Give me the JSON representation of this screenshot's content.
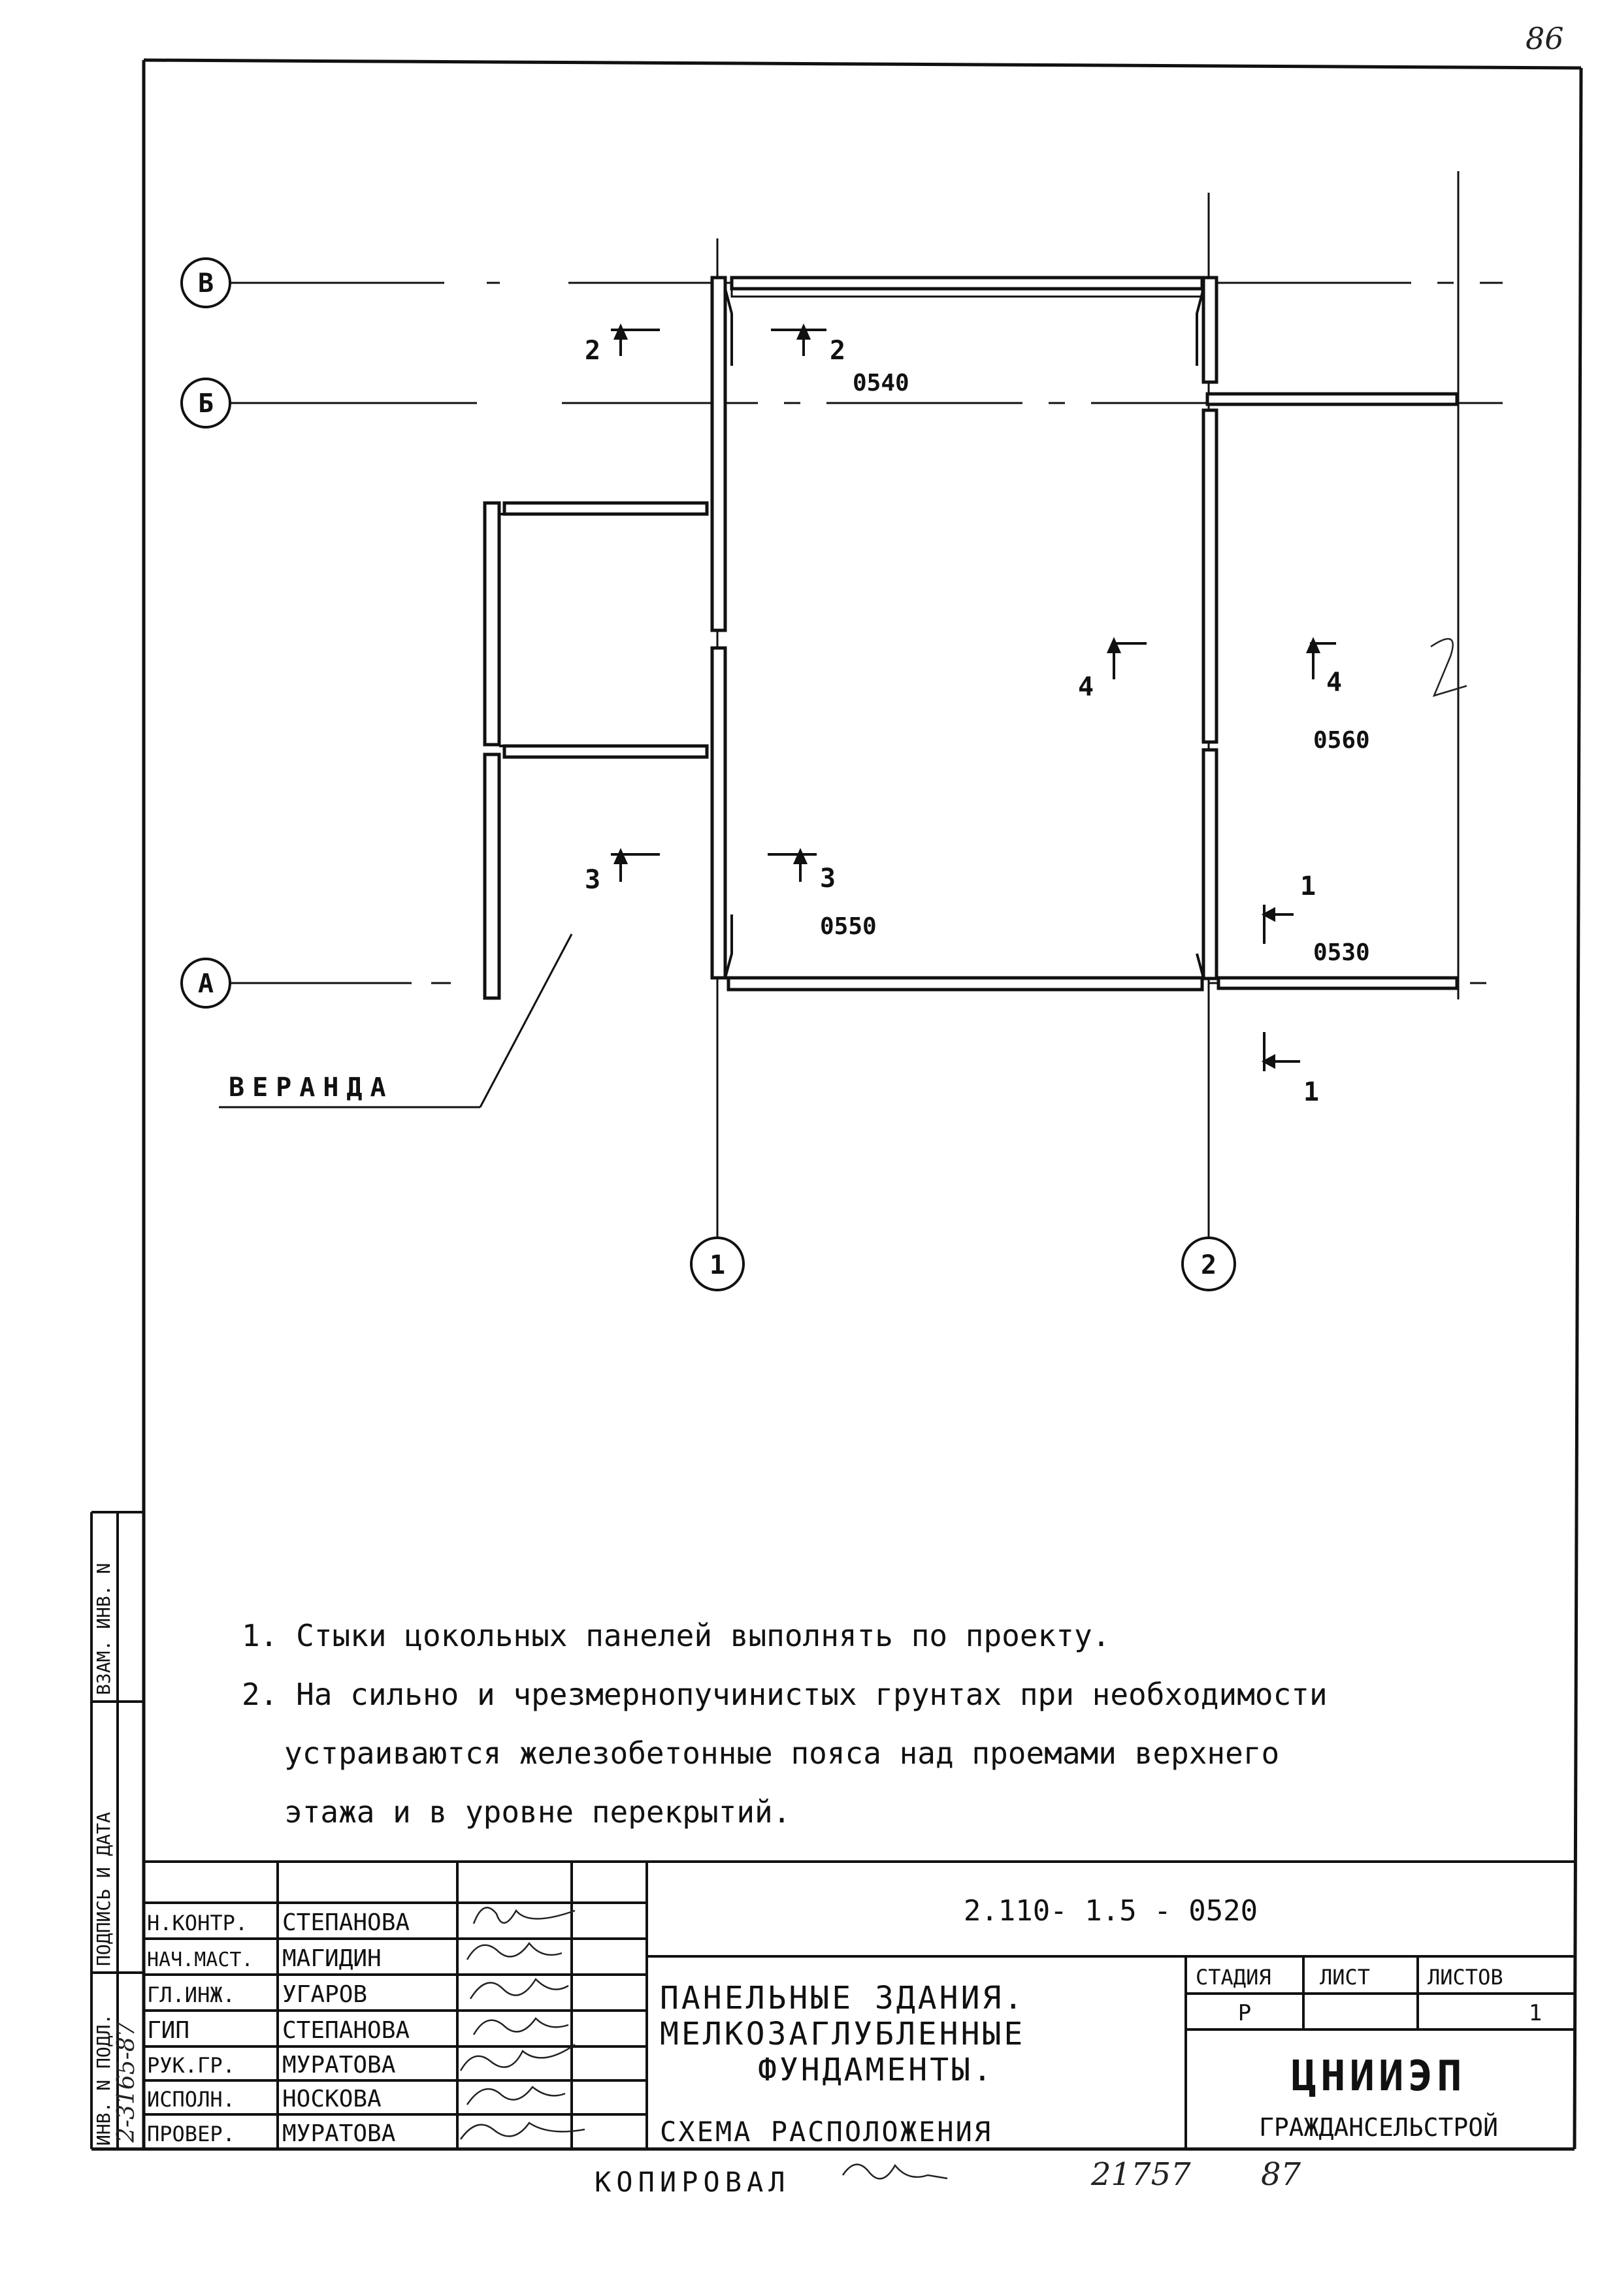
{
  "page_number": "86",
  "axes": {
    "rows": [
      "В",
      "Б",
      "А"
    ],
    "columns": [
      "1",
      "2"
    ]
  },
  "section_marks": {
    "s2": {
      "num": "2",
      "code": "0540"
    },
    "s3": {
      "num": "3",
      "code": "0550"
    },
    "s4": {
      "num": "4",
      "code": "0560"
    },
    "s1": {
      "num": "1",
      "code": "0530"
    }
  },
  "veranda_label": "ВЕРАНДА",
  "notes": [
    "1. Стыки цокольных панелей выполнять по проекту.",
    "2. На сильно и чрезмернопучинистых грунтах при необходимости",
    "устраиваются железобетонные пояса над проемами верхнего",
    "этажа и в уровне перекрытий."
  ],
  "side_stamp": {
    "inv_orig": "ИНВ. N ПОДЛ.",
    "sign_date": "ПОДПИСЬ И ДАТА",
    "inv_repl": "ВЗАМ. ИНВ. N",
    "inv_number": "2-3165-87"
  },
  "title_block": {
    "signatories": [
      {
        "role": "Н.КОНТР.",
        "name": "СТЕПАНОВА"
      },
      {
        "role": "НАЧ.МАСТ.",
        "name": "МАГИДИН"
      },
      {
        "role": "ГЛ.ИНЖ.",
        "name": "УГАРОВ"
      },
      {
        "role": "ГИП",
        "name": "СТЕПАНОВА"
      },
      {
        "role": "РУК.ГР.",
        "name": "МУРАТОВА"
      },
      {
        "role": "ИСПОЛН.",
        "name": "НОСКОВА"
      },
      {
        "role": "ПРОВЕР.",
        "name": "МУРАТОВА"
      }
    ],
    "doc_code": "2.110- 1.5 - 0520",
    "title_lines": [
      "ПАНЕЛЬНЫЕ ЗДАНИЯ.",
      "МЕЛКОЗАГЛУБЛЕННЫЕ",
      "ФУНДАМЕНТЫ."
    ],
    "sheet_caption": "СХЕМА РАСПОЛОЖЕНИЯ",
    "stage_header": "СТАДИЯ",
    "sheet_header": "ЛИСТ",
    "sheets_header": "ЛИСТОВ",
    "stage_value": "Р",
    "sheet_value": "",
    "sheets_value": "1",
    "org": "ЦНИИЭП",
    "org_sub": "ГРАЖДАНСЕЛЬСТРОЙ"
  },
  "copied_by": "КОПИРОВАЛ",
  "footer_number": "21757",
  "footer_year": "87"
}
